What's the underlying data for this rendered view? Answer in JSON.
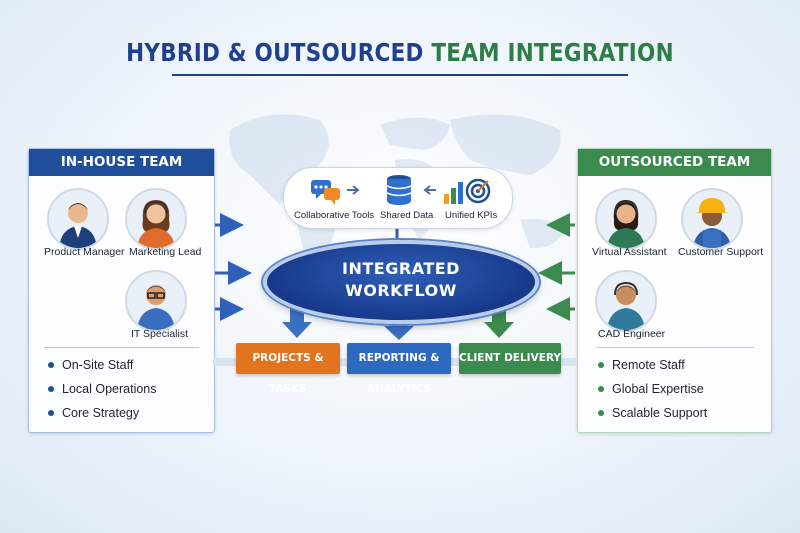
{
  "title": {
    "part1": "HYBRID & OUTSOURCED",
    "part2": "TEAM INTEGRATION"
  },
  "colors": {
    "blue": "#1f4e9a",
    "green": "#3b8a4e",
    "orange": "#e0741f",
    "navy": "#17398a"
  },
  "inhouse": {
    "header": "IN-HOUSE TEAM",
    "roles": [
      "Product Manager",
      "Marketing Lead",
      "IT Specialist"
    ],
    "bullets": [
      "On-Site Staff",
      "Local Operations",
      "Core Strategy"
    ]
  },
  "outsourced": {
    "header": "OUTSOURCED TEAM",
    "roles": [
      "Virtual Assistant",
      "Customer Support",
      "CAD Engineer"
    ],
    "bullets": [
      "Remote Staff",
      "Global Expertise",
      "Scalable Support"
    ]
  },
  "tools": {
    "items": [
      {
        "label": "Collaborative Tools",
        "icon": "chat-bubbles-icon"
      },
      {
        "label": "Shared Data",
        "icon": "database-icon"
      },
      {
        "label": "Unified KPIs",
        "icon": "bar-chart-target-icon"
      }
    ]
  },
  "workflow": {
    "line1": "INTEGRATED",
    "line2": "WORKFLOW"
  },
  "outputs": [
    "PROJECTS & TASKS",
    "REPORTING & ANALYTICS",
    "CLIENT DELIVERY"
  ]
}
